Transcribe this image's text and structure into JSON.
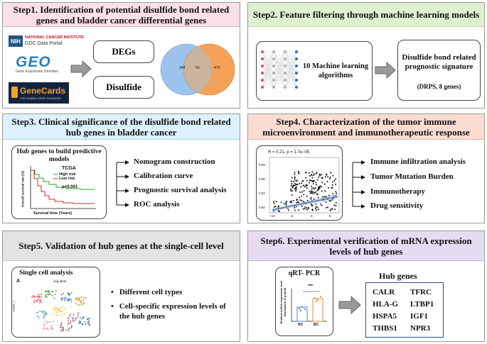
{
  "step1": {
    "title": "Step1. Identification of potential disulfide bond related genes and bladder cancer differential genes",
    "logo_nih": "NIH",
    "logo_nci": "NATIONAL CANCER INSTITUTE",
    "logo_gdc": "GDC Data Portal",
    "logo_geo": "GEO",
    "logo_geo_sub": "Gene Expression Omnibus",
    "logo_genecards": "GeneCards",
    "logo_genecards_sub": "THE HUMAN GENE DATABASE",
    "box_degs": "DEGs",
    "box_disulfide": "Disulfide",
    "venn": {
      "left": "348",
      "overlap": "53",
      "right": "479"
    },
    "colors": {
      "header": "#f9dfe7",
      "venn_left": "#9cc3ec",
      "venn_right": "#f4a259"
    }
  },
  "step2": {
    "title": "Step2. Feature filtering through machine learning models",
    "ml_label": "10 Machine learning algorithms",
    "signature_label": "Disulfide bond related prognostic signature",
    "signature_sub": "(DRPS, 8 genes)",
    "colors": {
      "header": "#dff0d0"
    }
  },
  "step3": {
    "title": "Step3. Clinical significance of the disulfide bond related hub genes in bladder cancer",
    "km_title": "Hub genes to build predictive models",
    "km_dataset": "TCGA",
    "km_legend_high": "High risk",
    "km_legend_low": "Low risk",
    "km_pvalue": "p<0.001",
    "km_ylabel": "Overall survival rate (%)",
    "km_xlabel": "Survival time (Years)",
    "items": [
      "Nomogram construction",
      "Calibration curve",
      "Prognostic survival analysis",
      "ROC analysis"
    ],
    "colors": {
      "header": "#dcf1fb",
      "high": "#d62728",
      "low": "#2ca02c"
    }
  },
  "step4": {
    "title": "Step4. Characterization of the tumor immune microenvironment and immunotherapeutic response",
    "scatter_annot": "R = 0.21, p = 1.7e−05",
    "scatter_yticks": [
      "0.09",
      "0.06",
      "0.03",
      "0.00"
    ],
    "scatter_xticks": [
      "−10",
      "−5",
      "0",
      "5"
    ],
    "items": [
      "Immune infiltration analysis",
      "Tumor Mutation Burden",
      "Immunotherapy",
      "Drug sensitivity"
    ],
    "colors": {
      "header": "#fbdcd2"
    }
  },
  "step5": {
    "title": "Step5. Validation of hub genes at the single-cell level",
    "sc_title": "Single cell analysis",
    "sc_panel": "A",
    "sc_subtitle": "orig.ident",
    "sc_axis": "UMAP_2",
    "items": [
      "Different cell types",
      "Cell-specific expression levels of the hub genes"
    ],
    "colors": {
      "header": "#e3e3e3"
    }
  },
  "step6": {
    "title": "Step6. Experimental verification of mRNA expression levels of hub genes",
    "qpcr_title": "qRT- PCR",
    "qpcr_ylabel": "Relative mRNA expression level Normalized to β-actin",
    "qpcr_sig": "***",
    "qpcr_groups": [
      "NC",
      "BC"
    ],
    "hub_title": "Hub genes",
    "genes": [
      "CALR",
      "TFRC",
      "HLA-G",
      "LTBP1",
      "HSPA5",
      "IGF1",
      "THBS1",
      "NPR3"
    ],
    "colors": {
      "header": "#e6dcf2"
    }
  }
}
